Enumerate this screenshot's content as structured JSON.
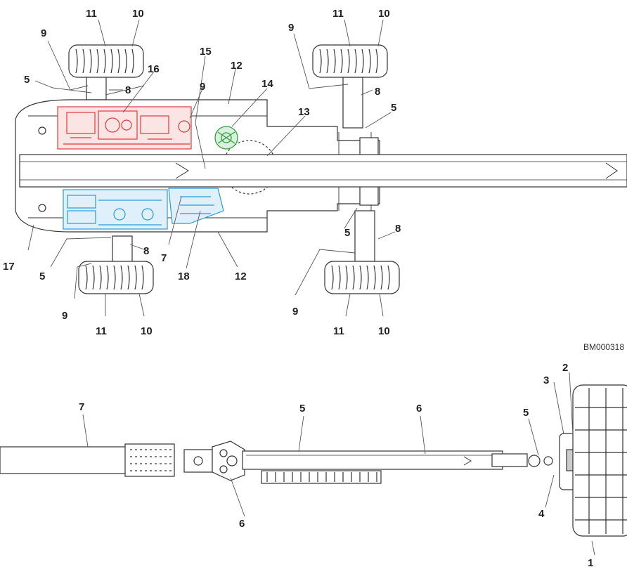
{
  "figure_ref": "BM000318",
  "callouts": {
    "n1": "1",
    "n2": "2",
    "n3": "3",
    "n4": "4",
    "n5": "5",
    "n6": "6",
    "n7": "7",
    "n8": "8",
    "n9": "9",
    "n10": "10",
    "n11": "11",
    "n12": "12",
    "n13": "13",
    "n14": "14",
    "n15": "15",
    "n16": "16",
    "n17": "17",
    "n18": "18"
  },
  "highlight_colors": {
    "engine": "#e03a3a",
    "turntable_bearing": "#2e9e3e",
    "hydraulic_tank": "#2c9ad6"
  }
}
